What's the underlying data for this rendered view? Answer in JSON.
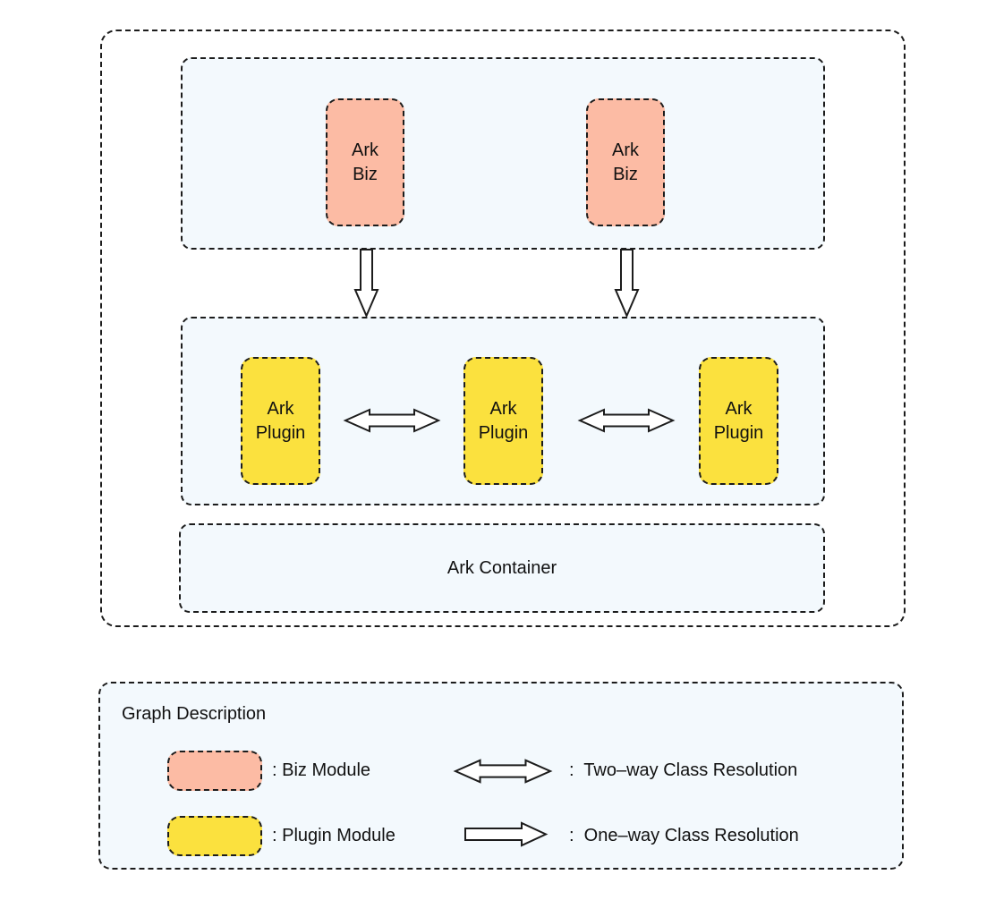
{
  "colors": {
    "canvas_bg": "#ffffff",
    "panel_bg": "#f3f9fd",
    "biz_fill": "#fcbba4",
    "plugin_fill": "#fbe13e",
    "border": "#1c1c1c",
    "text": "#111111"
  },
  "diagram": {
    "biz_boxes": [
      {
        "label": "Ark\nBiz"
      },
      {
        "label": "Ark\nBiz"
      }
    ],
    "plugin_boxes": [
      {
        "label": "Ark\nPlugin"
      },
      {
        "label": "Ark\nPlugin"
      },
      {
        "label": "Ark\nPlugin"
      }
    ],
    "container_label": "Ark Container"
  },
  "legend": {
    "title": "Graph Description",
    "swatch_items": [
      {
        "type": "biz",
        "label": ": Biz Module"
      },
      {
        "type": "plugin",
        "label": ": Plugin Module"
      }
    ],
    "arrow_items": [
      {
        "type": "two-way",
        "label": ":  Two–way Class Resolution"
      },
      {
        "type": "one-way",
        "label": ":  One–way Class Resolution"
      }
    ]
  },
  "icons": {
    "down_arrow": "⇓",
    "two_way_arrow": "⇔",
    "one_way_arrow": "⇒"
  }
}
